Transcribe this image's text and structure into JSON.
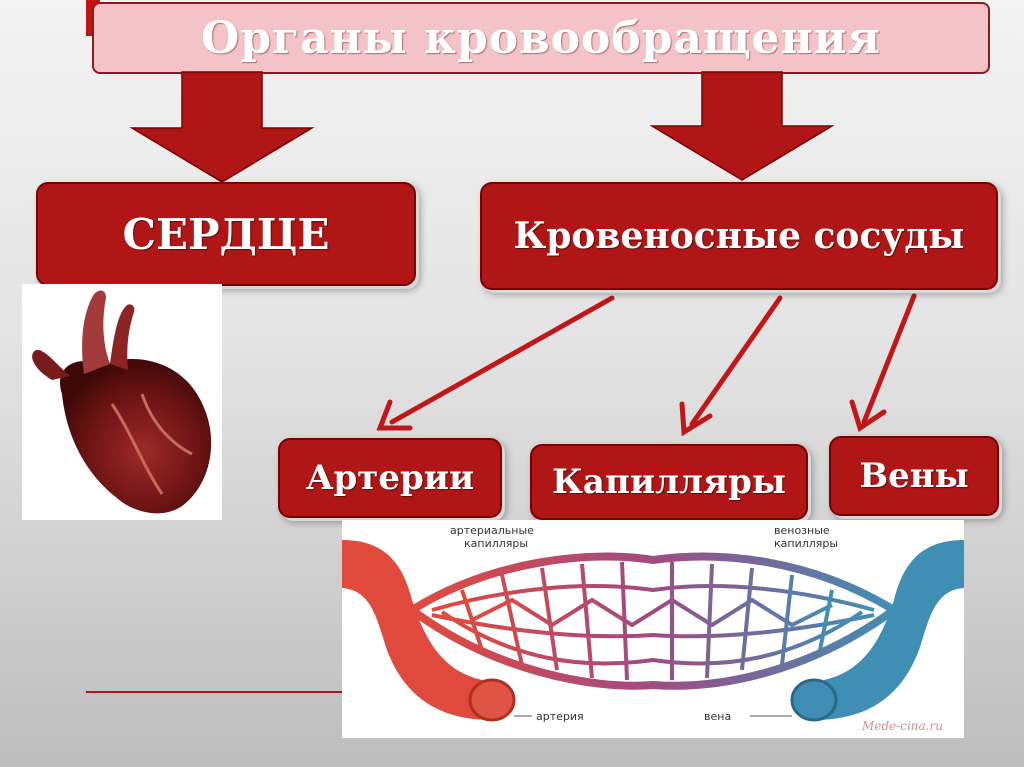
{
  "title": "Органы кровообращения",
  "nodes": {
    "heart": "СЕРДЦЕ",
    "vessels": "Кровеносные сосуды",
    "arteries": "Артерии",
    "capillaries": "Капилляры",
    "veins": "Вены"
  },
  "capillary_diagram": {
    "label_arterial_capillaries": [
      "артериальные",
      "капилляры"
    ],
    "label_venous_capillaries": [
      "венозные",
      "капилляры"
    ],
    "label_artery": "артерия",
    "label_vein": "вена",
    "watermark": "Mede-cina.ru"
  },
  "colors": {
    "box_fill": "#b01616",
    "title_fill": "#f3c3c7",
    "arrow": "#b01616",
    "artery": "#e04a3c",
    "vein": "#3f8fb4"
  }
}
